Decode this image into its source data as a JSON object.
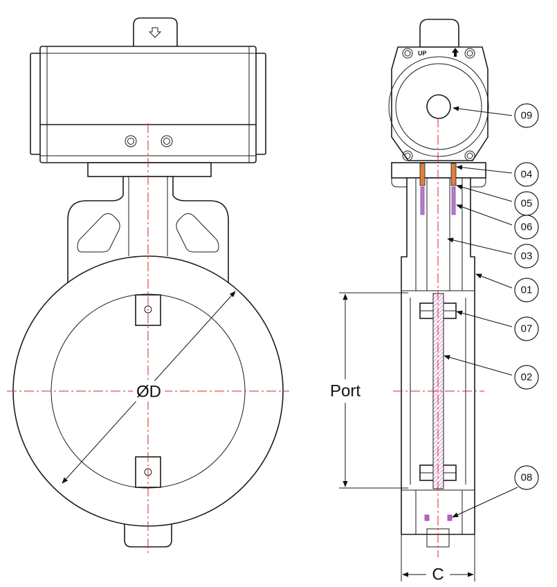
{
  "labels": {
    "diameter": "ØD",
    "port": "Port",
    "width": "C",
    "up_marking": "UP"
  },
  "callouts": [
    {
      "id": "09",
      "text": "09"
    },
    {
      "id": "04",
      "text": "04"
    },
    {
      "id": "05",
      "text": "05"
    },
    {
      "id": "06",
      "text": "06"
    },
    {
      "id": "03",
      "text": "03"
    },
    {
      "id": "01",
      "text": "01"
    },
    {
      "id": "07",
      "text": "07"
    },
    {
      "id": "02",
      "text": "02"
    },
    {
      "id": "08",
      "text": "08"
    }
  ],
  "colors": {
    "outline": "#1a1a1a",
    "centerline": "#e02020",
    "shaft_hatch": "#c878c8",
    "bushing": "#e08040",
    "seal": "#8844aa"
  }
}
